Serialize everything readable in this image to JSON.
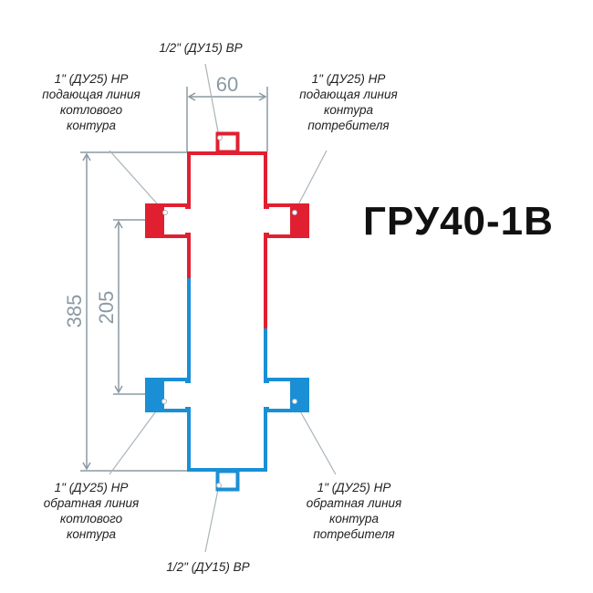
{
  "title": "ГРУ40-1В",
  "dimensions": {
    "width": "60",
    "height_total": "385",
    "height_between": "205"
  },
  "labels": {
    "top_port": "1/2\" (ДУ15) ВР",
    "bottom_port": "1/2\" (ДУ15) ВР",
    "top_left": [
      "1\" (ДУ25) НР",
      "подающая линия",
      "котлового",
      "контура"
    ],
    "top_right": [
      "1\" (ДУ25) НР",
      "подающая линия",
      "контура",
      "потребителя"
    ],
    "bottom_left": [
      "1\" (ДУ25) НР",
      "обратная линия",
      "котлового",
      "контура"
    ],
    "bottom_right": [
      "1\" (ДУ25) НР",
      "обратная линия",
      "контура",
      "потребителя"
    ]
  },
  "colors": {
    "supply": "#e02030",
    "return": "#1a8fd6",
    "dimension": "#8a9aa3"
  }
}
